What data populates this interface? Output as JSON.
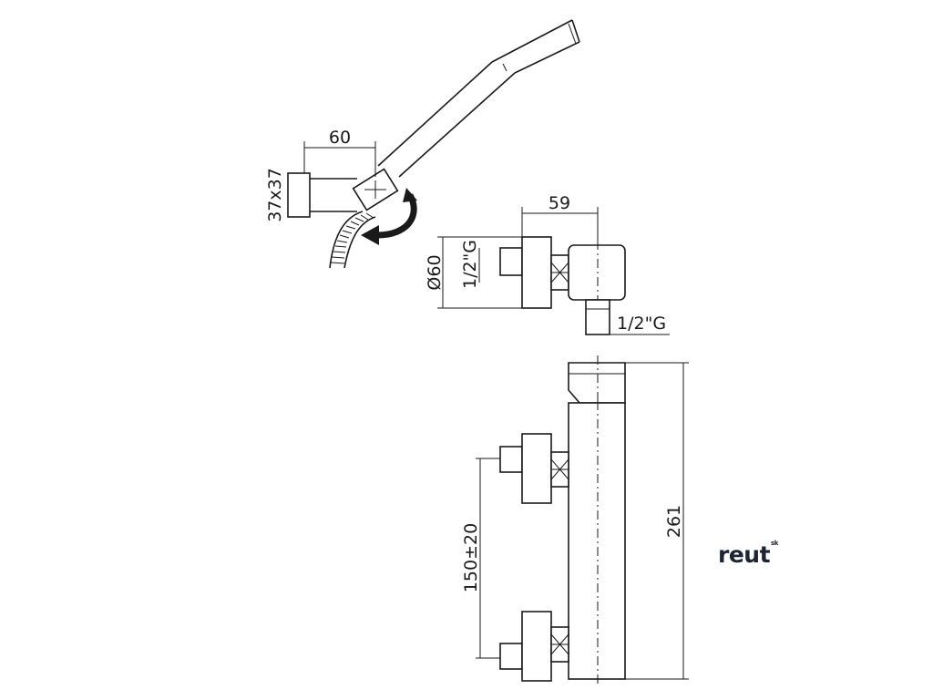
{
  "dimensions": {
    "holder_width": "60",
    "holder_section": "37x37",
    "body_depth": "59",
    "body_diameter": "Ø60",
    "inlet_thread": "1/2\"G",
    "outlet_thread": "1/2\"G",
    "inlet_spacing": "150±20",
    "body_length": "261"
  },
  "brand": {
    "name": "reut",
    "suffix": "sk",
    "color": "#1e2433"
  }
}
